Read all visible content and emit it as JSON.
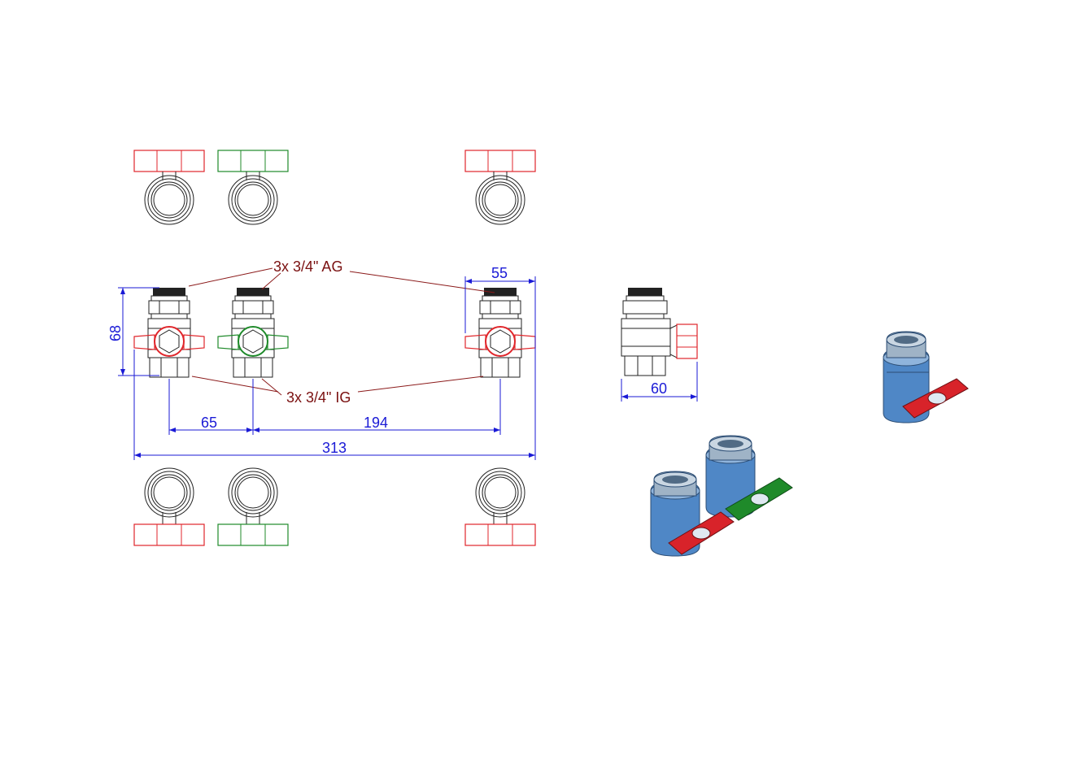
{
  "annotations": {
    "male_thread": "3x 3/4\" AG",
    "female_thread": "3x 3/4\" IG"
  },
  "dimensions": {
    "height": "68",
    "handle_width": "55",
    "side_depth": "60",
    "spacing_1": "65",
    "spacing_2": "194",
    "total_width": "313"
  },
  "colors": {
    "dimension": "#1a1ad6",
    "note": "#7a1010",
    "handle_red": "#e0262b",
    "handle_green": "#1f8a2a",
    "body_blue": "#4f87c6"
  },
  "valves": [
    {
      "handle_color": "red"
    },
    {
      "handle_color": "green"
    },
    {
      "handle_color": "red"
    }
  ]
}
